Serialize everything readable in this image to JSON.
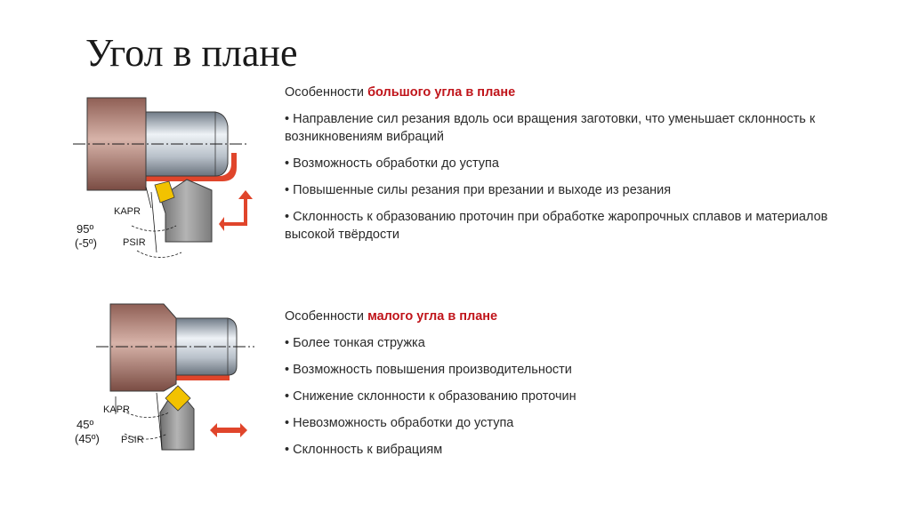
{
  "slide": {
    "title": "Угол в плане"
  },
  "large_angle": {
    "heading_prefix": "Особенности ",
    "heading_accent": "большого угла в плане",
    "bullets": [
      "• Направление сил резания вдоль оси вращения заготовки, что уменьшает склонность к возникновениям вибраций",
      "• Возможность обработки до уступа",
      "• Повышенные силы резания при врезании и выходе из резания",
      "• Склонность к образованию проточин при обработке жаропрочных сплавов и материалов высокой твёрдости"
    ],
    "diagram": {
      "kapr_label": "KAPR",
      "psir_label": "PSIR",
      "angle_main": "95º",
      "angle_alt": "(-5º)"
    }
  },
  "small_angle": {
    "heading_prefix": "Особенности ",
    "heading_accent": "малого угла в плане",
    "bullets": [
      "• Более тонкая стружка",
      "• Возможность повышения производительности",
      "• Снижение склонности к образованию проточин",
      "• Невозможность обработки до уступа",
      "• Склонность к вибрациям"
    ],
    "diagram": {
      "kapr_label": "KAPR",
      "psir_label": "PSIR",
      "angle_main": "45º",
      "angle_alt": "(45º)"
    }
  },
  "colors": {
    "accent": "#c0141a",
    "workpiece": "#b07f73",
    "insert": "#f2c200",
    "arrow": "#e0452b",
    "tool": "#8c8c8c"
  }
}
